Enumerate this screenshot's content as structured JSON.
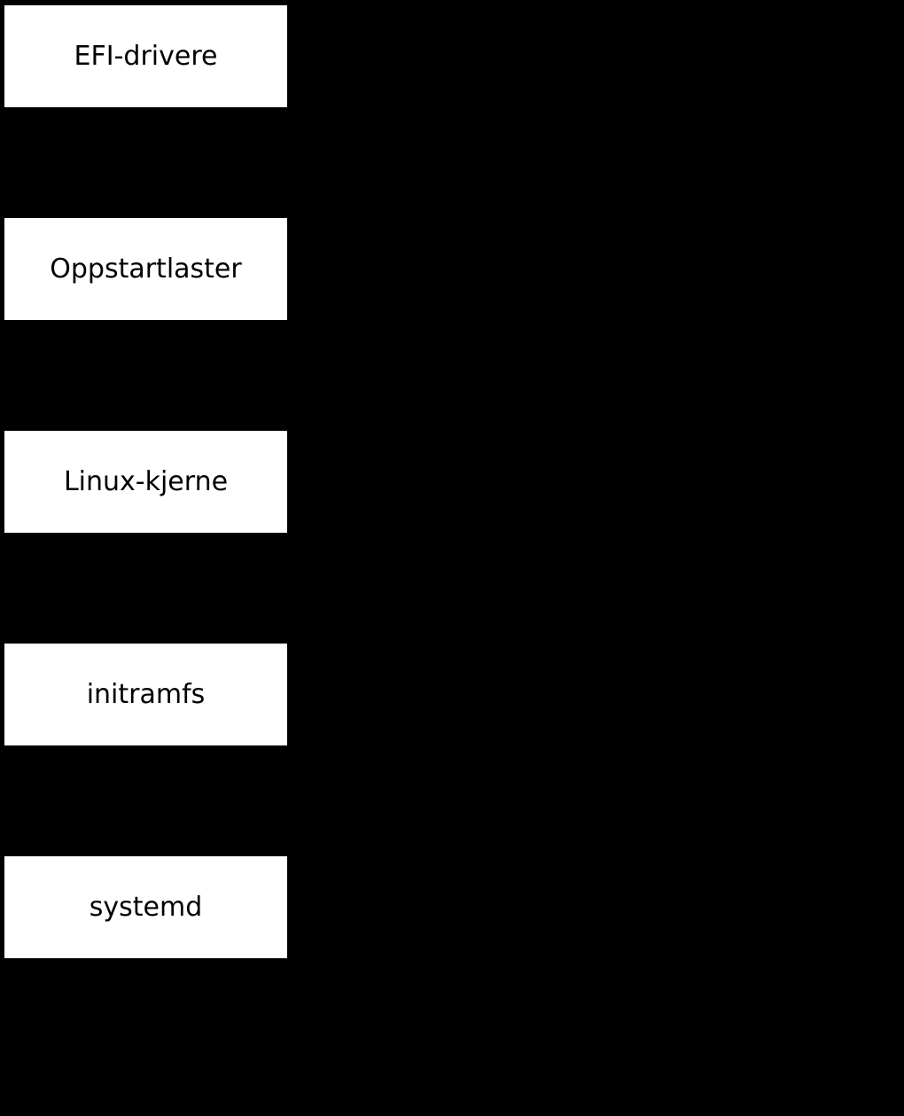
{
  "diagram": {
    "type": "flowchart",
    "description": "Linux boot sequence diagram: five white process boxes stacked vertically on a black background",
    "background_color": "#000000",
    "node_fill_color": "#ffffff",
    "node_text_color": "#000000",
    "nodes": [
      {
        "label": "EFI-drivere"
      },
      {
        "label": "Oppstartlaster"
      },
      {
        "label": "Linux-kjerne"
      },
      {
        "label": "initramfs"
      },
      {
        "label": "systemd"
      }
    ]
  }
}
